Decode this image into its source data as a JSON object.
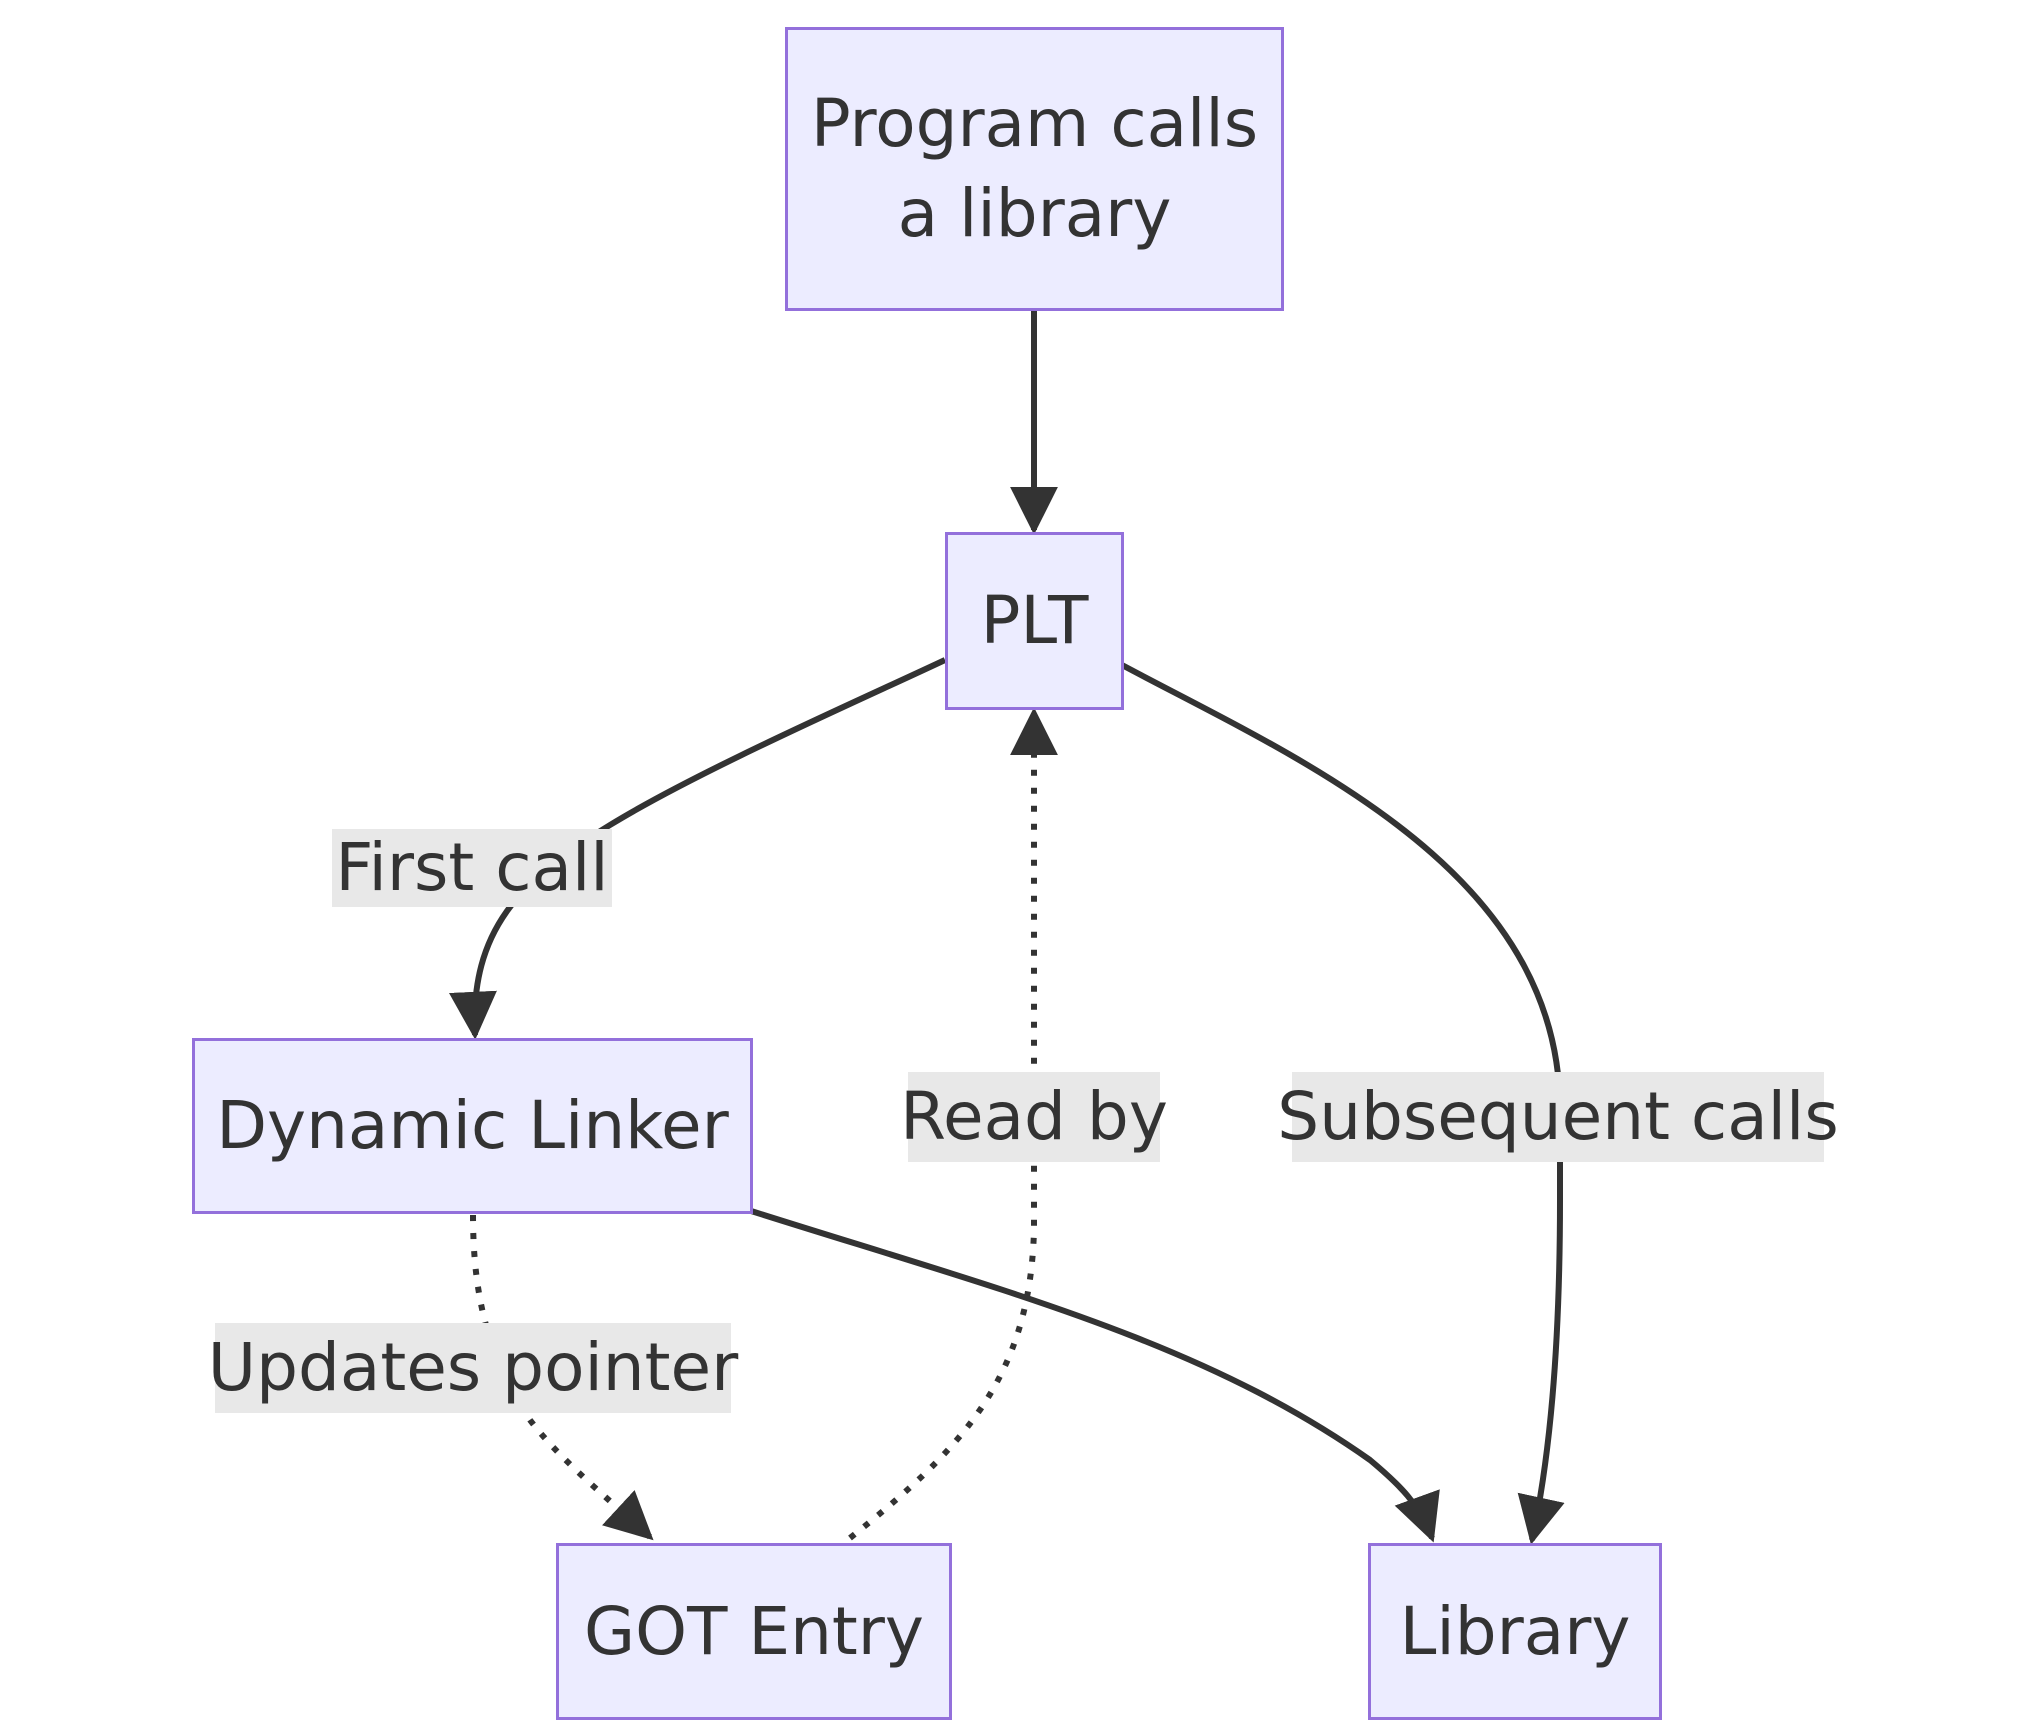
{
  "nodes": {
    "program": "Program calls\na library",
    "plt": "PLT",
    "linker": "Dynamic Linker",
    "got": "GOT Entry",
    "library": "Library"
  },
  "edges": {
    "first_call": "First call",
    "read_by": "Read by",
    "subsequent": "Subsequent calls",
    "updates": "Updates pointer"
  },
  "colors": {
    "node_fill": "#ececff",
    "node_border": "#9370db",
    "edge": "#333333",
    "label_bg": "#e8e8e8"
  }
}
